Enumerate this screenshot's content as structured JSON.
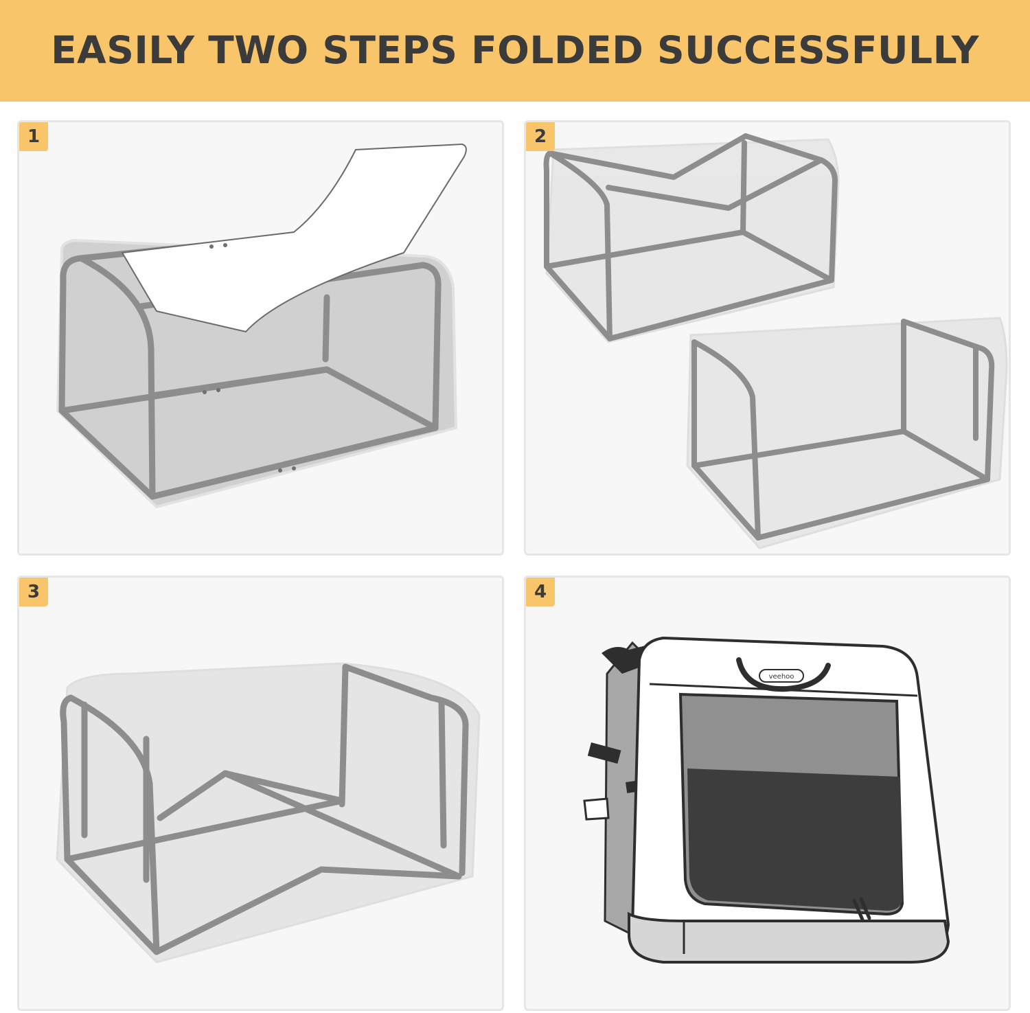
{
  "header": {
    "title": "EASILY TWO STEPS FOLDED SUCCESSFULLY"
  },
  "steps": [
    {
      "number": "1"
    },
    {
      "number": "2"
    },
    {
      "number": "3"
    },
    {
      "number": "4"
    }
  ],
  "product": {
    "brand_logo": "veehoo"
  },
  "colors": {
    "banner": "#f8c56a",
    "text": "#3b3b3b",
    "panel_bg": "#f7f7f7",
    "frame": "#8d8d8d"
  }
}
